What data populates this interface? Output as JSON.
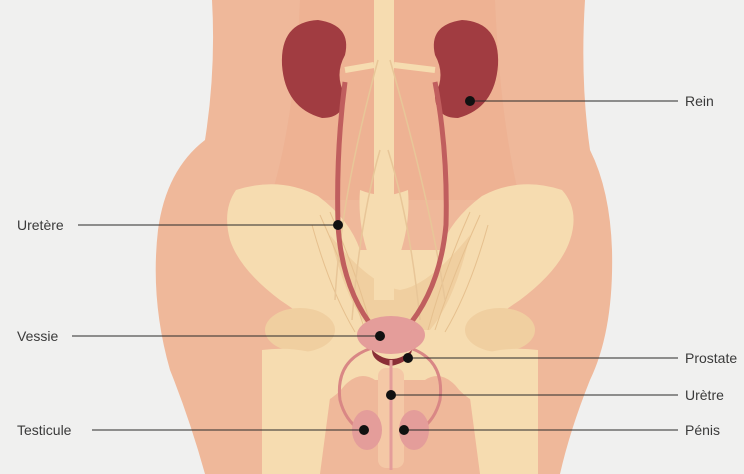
{
  "labels": {
    "rein": "Rein",
    "uretere": "Uretère",
    "vessie": "Vessie",
    "prostate": "Prostate",
    "uretre": "Urètre",
    "testicule": "Testicule",
    "penis": "Pénis"
  }
}
